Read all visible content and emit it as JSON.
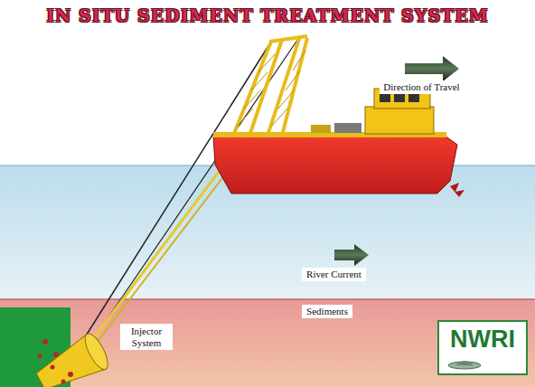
{
  "diagram": {
    "title": "IN SITU SEDIMENT TREATMENT SYSTEM",
    "nodes": [
      {
        "text": [
          "Direction of Travel"
        ]
      },
      {
        "text": [
          "River Current"
        ]
      },
      {
        "text": [
          "Sediments"
        ]
      },
      {
        "text": [
          "Injector System"
        ]
      },
      {
        "text": [
          "NWRI"
        ]
      }
    ]
  }
}
